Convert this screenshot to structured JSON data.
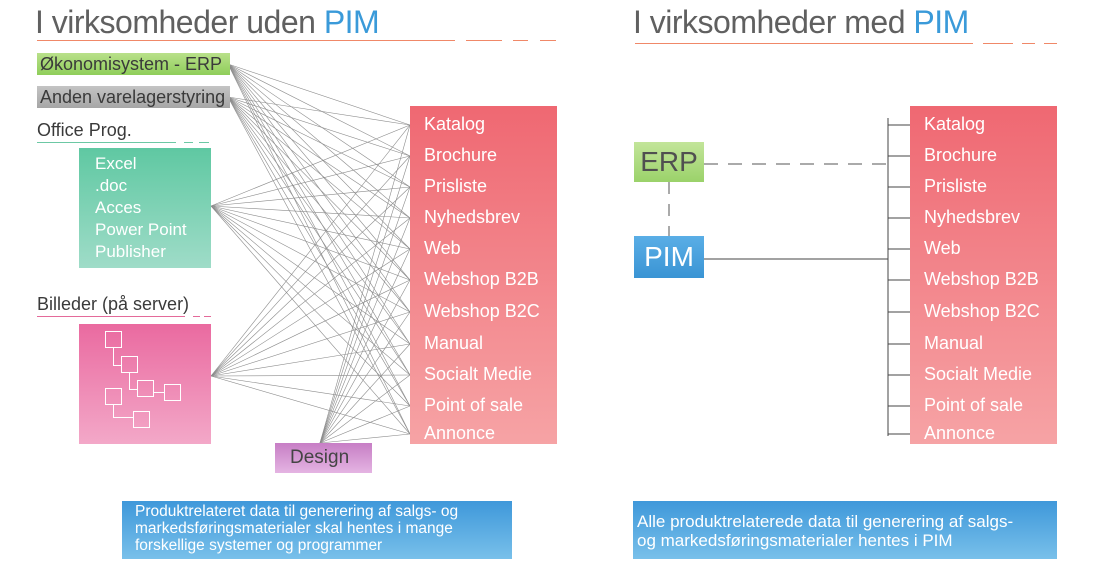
{
  "left_panel": {
    "title_main": "I virksomheder uden ",
    "title_accent": "PIM",
    "erp_chip": "Økonomisystem - ERP",
    "inventory_chip": "Anden varelagerstyring",
    "office_label": "Office Prog.",
    "office_items": [
      "Excel",
      ".doc",
      "Acces",
      "Power Point",
      "Publisher"
    ],
    "images_label": "Billeder (på server)",
    "design_label": "Design",
    "outputs": [
      "Katalog",
      "Brochure",
      "Prisliste",
      "Nyhedsbrev",
      "Web",
      "Webshop B2B",
      "Webshop B2C",
      "Manual",
      "Socialt Medie",
      "Point of sale",
      "Annonce"
    ],
    "note": "Produktrelateret data til generering af salgs- og markedsføringsmaterialer skal hentes i mange forskellige systemer og programmer"
  },
  "right_panel": {
    "title_main": "I virksomheder med ",
    "title_accent": "PIM",
    "erp_box": "ERP",
    "pim_box": "PIM",
    "outputs": [
      "Katalog",
      "Brochure",
      "Prisliste",
      "Nyhedsbrev",
      "Web",
      "Webshop B2B",
      "Webshop B2C",
      "Manual",
      "Socialt Medie",
      "Point of sale",
      "Annonce"
    ],
    "note_line1": "Alle produktrelaterede data til generering af salgs-",
    "note_line2": "og markedsføringsmaterialer hentes i PIM"
  },
  "colors": {
    "accent_blue": "#3a9ad9",
    "rule_orange": "#f08868",
    "erp_green": "#9bd26a",
    "office_teal": "#5fc8a2",
    "images_pink": "#ea6aa0",
    "design_purple": "#c77ec5",
    "outputs_red": "#ef6872",
    "note_blue": "#3f98da"
  }
}
